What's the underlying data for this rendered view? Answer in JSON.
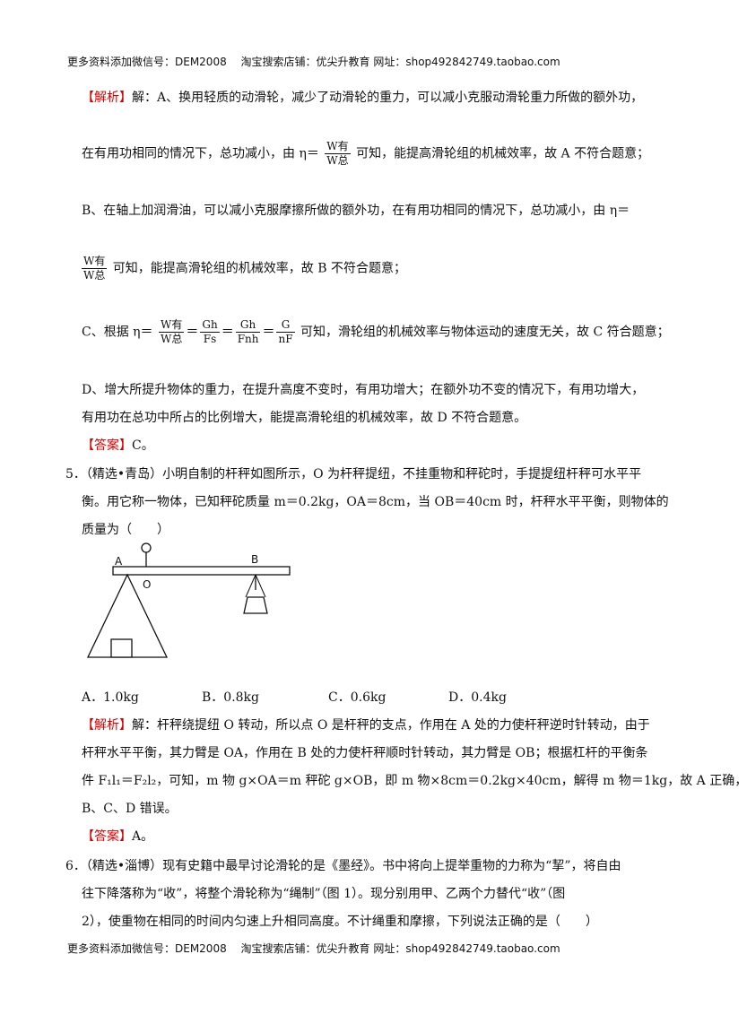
{
  "header": "更多资料添加微信号：DEM2008　 淘宝搜索店铺：优尖升教育 网址：shop492842749.taobao.com",
  "footer": "更多资料添加微信号：DEM2008　 淘宝搜索店铺：优尖升教育 网址：shop492842749.taobao.com",
  "jiexi_tag": "【解析】",
  "daan_tag": "【答案】",
  "q4": {
    "l1": "解：A、换用轻质的动滑轮，减少了动滑轮的重力，可以减小克服动滑轮重力所做的额外功，",
    "l2a": "在有用功相同的情况下，总功减小，由 η＝",
    "l2b": "可知，能提高滑轮组的机械效率，故 A 不符合题意；",
    "l3": "B、在轴上加润滑油，可以减小克服摩擦所做的额外功，在有用功相同的情况下，总功减小，由 η＝",
    "l4b": "可知，能提高滑轮组的机械效率，故 B 不符合题意；",
    "l5a": "C、根据 η＝",
    "l5b": "可知，滑轮组的机械效率与物体运动的速度无关，故 C 符合题意；",
    "l6": "D、增大所提升物体的重力，在提升高度不变时，有用功增大；在额外功不变的情况下，有用功增大，",
    "l7": "有用功在总功中所占的比例增大，能提高滑轮组的机械效率，故 D 不符合题意。",
    "answer": "C。",
    "w_you": "W有",
    "w_zong": "W总",
    "gh": "Gh",
    "fs": "Fs",
    "fnh": "Fnh",
    "g": "G",
    "nf": "nF"
  },
  "q5": {
    "l1": "5．（精选•青岛）小明自制的杆秤如图所示，O 为杆秤提纽，不挂重物和秤砣时，手提提纽杆秤可水平平",
    "l2": "衡。用它称一物体，已知秤砣质量 m＝0.2kg，OA＝8cm，当 OB＝40cm 时，杆秤水平平衡，则物体的",
    "l3": "质量为（　　）",
    "figure": {
      "label_a": "A",
      "label_b": "B",
      "label_o": "O"
    },
    "options": [
      "A．1.0kg",
      "B．0.8kg",
      "C．0.6kg",
      "D．0.4kg"
    ],
    "e1": "解：杆秤绕提纽 O 转动，所以点 O 是杆秤的支点，作用在 A 处的力使杆秤逆时针转动，由于",
    "e2": "杆秤水平平衡，其力臂是 OA，作用在 B 处的力使杆秤顺时针转动，其力臂是 OB；根据杠杆的平衡条",
    "e3": "件 F₁l₁＝F₂l₂，可知，m 物 g×OA＝m 秤砣 g×OB，即 m 物×8cm＝0.2kg×40cm，解得 m 物＝1kg，故 A 正确，",
    "e4": "B、C、D 错误。",
    "answer": "A。"
  },
  "q6": {
    "l1": "6．（精选•淄博）现有史籍中最早讨论滑轮的是《墨经》。书中将向上提举重物的力称为“挈”，将自由",
    "l2": "往下降落称为“收”，将整个滑轮称为“绳制”（图 1）。现分别用甲、乙两个力替代“收”（图",
    "l3": "2），使重物在相同的时间内匀速上升相同高度。不计绳重和摩擦，下列说法正确的是（　　）"
  }
}
